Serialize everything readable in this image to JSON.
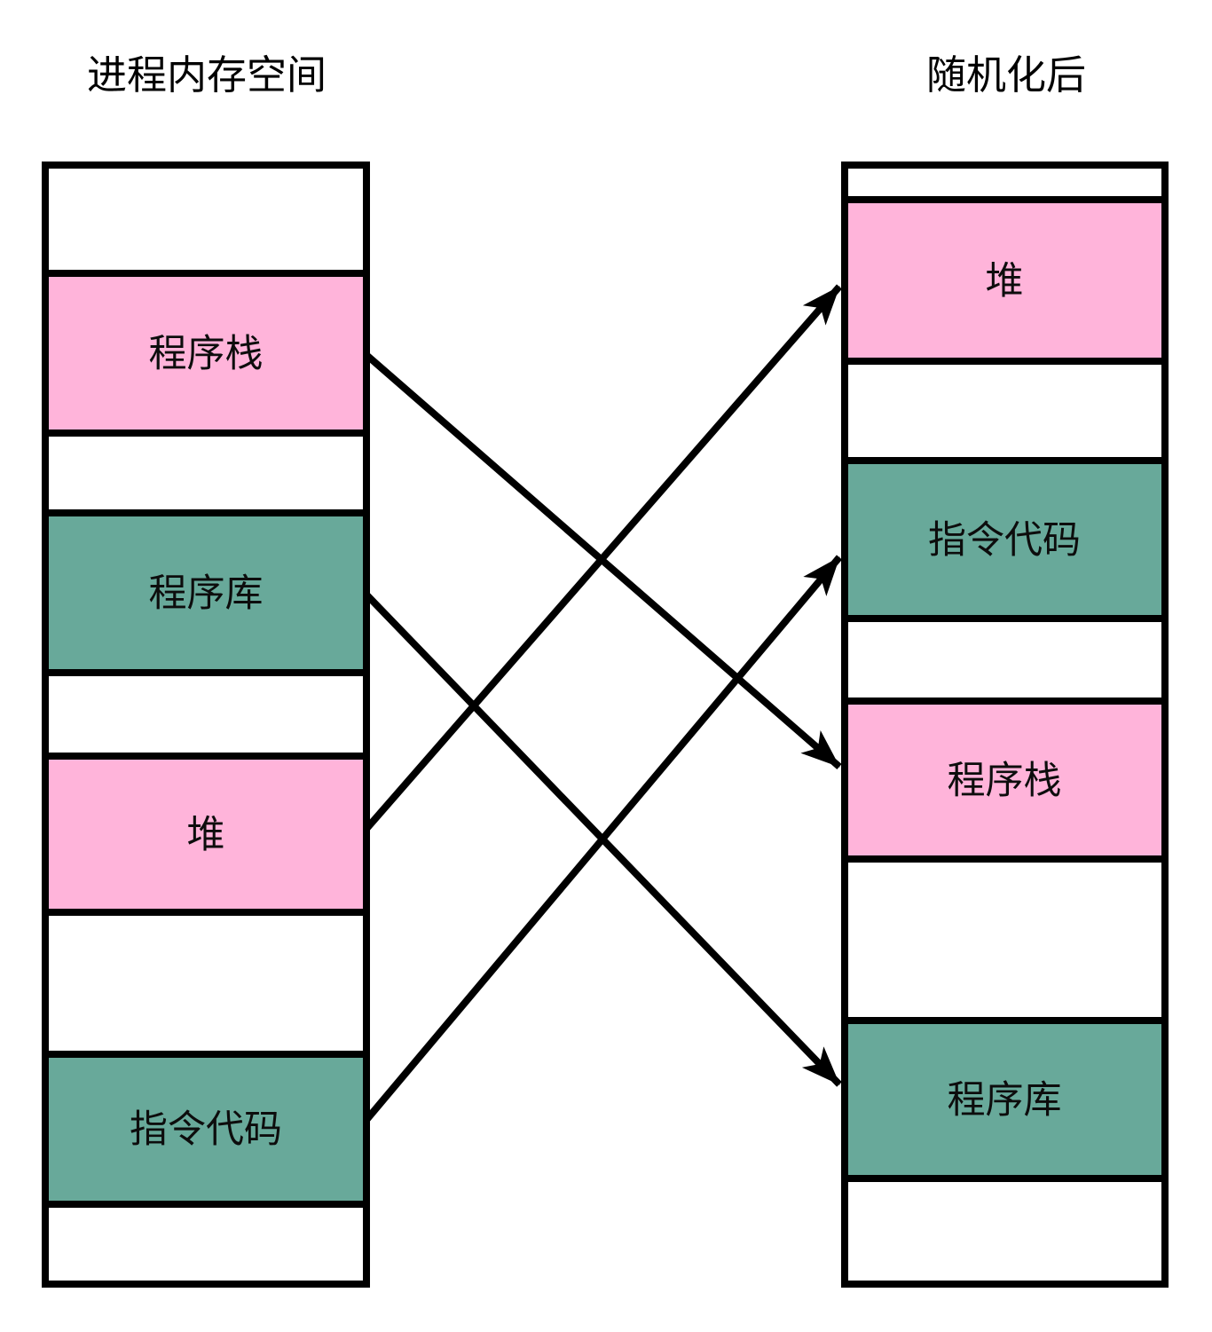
{
  "titles": {
    "left": "进程内存空间",
    "right": "随机化后"
  },
  "colors": {
    "pink": "#ffb4da",
    "green": "#68a99a",
    "outline": "#000000",
    "white": "#ffffff"
  },
  "left_column": {
    "title": "进程内存空间",
    "segments": [
      {
        "label": ""
      },
      {
        "label": "程序栈",
        "color": "pink"
      },
      {
        "label": ""
      },
      {
        "label": "程序库",
        "color": "green"
      },
      {
        "label": ""
      },
      {
        "label": "堆",
        "color": "pink"
      },
      {
        "label": ""
      },
      {
        "label": "指令代码",
        "color": "green"
      },
      {
        "label": ""
      }
    ]
  },
  "right_column": {
    "title": "随机化后",
    "segments": [
      {
        "label": ""
      },
      {
        "label": "堆",
        "color": "pink"
      },
      {
        "label": ""
      },
      {
        "label": "指令代码",
        "color": "green"
      },
      {
        "label": ""
      },
      {
        "label": "程序栈",
        "color": "pink"
      },
      {
        "label": ""
      },
      {
        "label": "程序库",
        "color": "green"
      },
      {
        "label": ""
      }
    ]
  },
  "arrows": [
    {
      "from": "程序栈",
      "to": "程序栈"
    },
    {
      "from": "程序库",
      "to": "程序库"
    },
    {
      "from": "堆",
      "to": "堆"
    },
    {
      "from": "指令代码",
      "to": "指令代码"
    }
  ]
}
